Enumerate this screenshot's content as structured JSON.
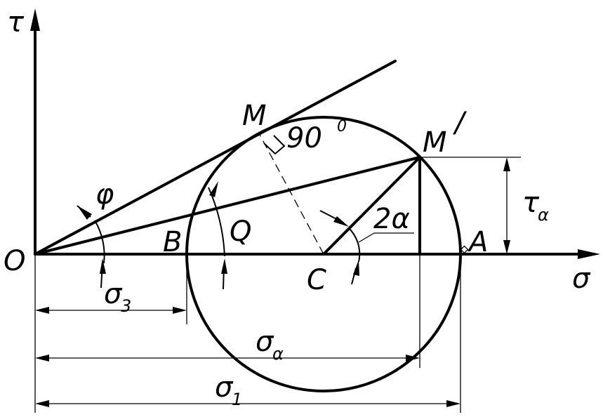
{
  "labels": {
    "tau_axis": "τ",
    "sigma_axis": "σ",
    "origin": "O",
    "point_M": "M",
    "point_M_prime": "M",
    "point_M_prime_mark": "/",
    "point_A": "A",
    "point_B": "B",
    "point_C": "C",
    "angle_Q": "Q",
    "angle_phi": "φ",
    "angle_2alpha": "2α",
    "right_angle_value": "90",
    "right_angle_degree": "0",
    "tau_alpha_main": "τ",
    "tau_alpha_sub": "α",
    "sigma_3_main": "σ",
    "sigma_3_sub": "3",
    "sigma_alpha_main": "σ",
    "sigma_alpha_sub": "α",
    "sigma_1_main": "σ",
    "sigma_1_sub": "1"
  }
}
